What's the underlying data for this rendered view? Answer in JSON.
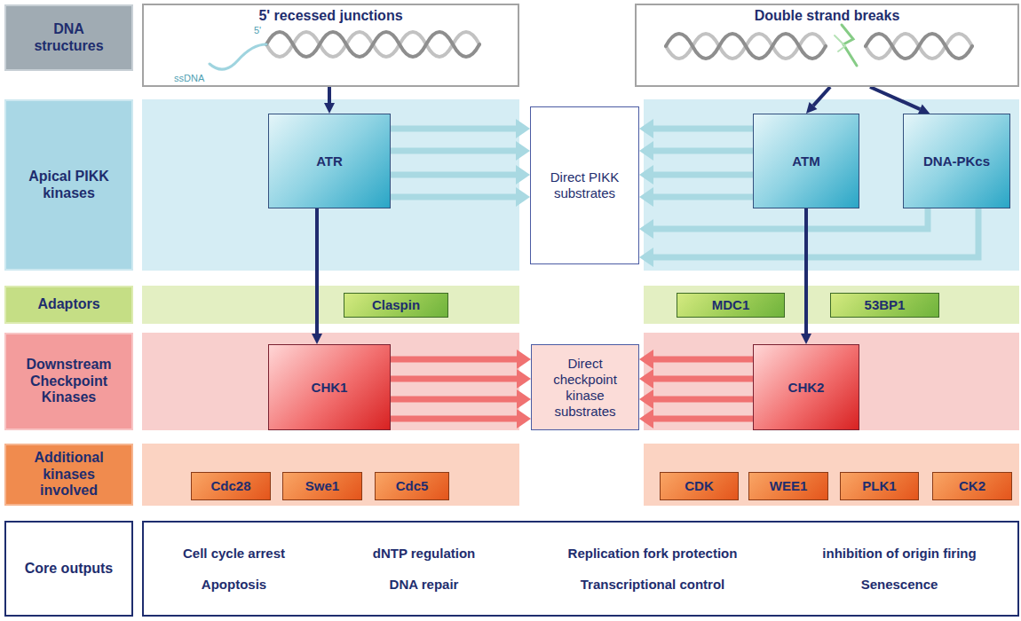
{
  "diagram": {
    "nodes": [
      {
        "text": [
          "DNA structures"
        ]
      },
      {
        "text": [
          "5' recessed junctions"
        ]
      },
      {
        "text": [
          "Double strand breaks"
        ]
      },
      {
        "text": [
          "Apical PIKK kinases"
        ]
      },
      {
        "text": [
          "ATR"
        ]
      },
      {
        "text": [
          "Direct PIKK substrates"
        ]
      },
      {
        "text": [
          "ATM"
        ]
      },
      {
        "text": [
          "DNA-PKcs"
        ]
      },
      {
        "text": [
          "Adaptors"
        ]
      },
      {
        "text": [
          "Claspin"
        ]
      },
      {
        "text": [
          "MDC1"
        ]
      },
      {
        "text": [
          "53BP1"
        ]
      },
      {
        "text": [
          "Downstream Checkpoint Kinases"
        ]
      },
      {
        "text": [
          "CHK1"
        ]
      },
      {
        "text": [
          "Direct checkpoint kinase substrates"
        ]
      },
      {
        "text": [
          "CHK2"
        ]
      },
      {
        "text": [
          "Additional kinases involved"
        ]
      },
      {
        "text": [
          "Cdc28"
        ]
      },
      {
        "text": [
          "Swe1"
        ]
      },
      {
        "text": [
          "Cdc5"
        ]
      },
      {
        "text": [
          "CDK"
        ]
      },
      {
        "text": [
          "WEE1"
        ]
      },
      {
        "text": [
          "PLK1"
        ]
      },
      {
        "text": [
          "CK2"
        ]
      },
      {
        "text": [
          "Core outputs"
        ]
      },
      {
        "text": [
          "Cell cycle arrest",
          "dNTP regulation",
          "Replication fork protection",
          "inhibition of origin firing",
          "Apoptosis",
          "DNA repair",
          "Transcriptional control",
          "Senescence"
        ]
      }
    ],
    "edges": [
      {
        "from": 1,
        "to": 4,
        "arrow": "to"
      },
      {
        "from": 2,
        "to": 6,
        "arrow": "to"
      },
      {
        "from": 2,
        "to": 7,
        "arrow": "to"
      },
      {
        "from": 4,
        "to": 5,
        "arrow": "to"
      },
      {
        "from": 4,
        "to": 5,
        "arrow": "to"
      },
      {
        "from": 4,
        "to": 5,
        "arrow": "to"
      },
      {
        "from": 4,
        "to": 5,
        "arrow": "to"
      },
      {
        "from": 6,
        "to": 5,
        "arrow": "to"
      },
      {
        "from": 6,
        "to": 5,
        "arrow": "to"
      },
      {
        "from": 6,
        "to": 5,
        "arrow": "to"
      },
      {
        "from": 6,
        "to": 5,
        "arrow": "to"
      },
      {
        "from": 7,
        "to": 5,
        "arrow": "to"
      },
      {
        "from": 7,
        "to": 5,
        "arrow": "to"
      },
      {
        "from": 4,
        "to": 13,
        "arrow": "to"
      },
      {
        "from": 6,
        "to": 15,
        "arrow": "to"
      },
      {
        "from": 13,
        "to": 14,
        "arrow": "to"
      },
      {
        "from": 13,
        "to": 14,
        "arrow": "to"
      },
      {
        "from": 13,
        "to": 14,
        "arrow": "to"
      },
      {
        "from": 13,
        "to": 14,
        "arrow": "to"
      },
      {
        "from": 15,
        "to": 14,
        "arrow": "to"
      },
      {
        "from": 15,
        "to": 14,
        "arrow": "to"
      },
      {
        "from": 15,
        "to": 14,
        "arrow": "to"
      },
      {
        "from": 15,
        "to": 14,
        "arrow": "to"
      }
    ],
    "labels": [
      "5'",
      "ssDNA"
    ]
  }
}
